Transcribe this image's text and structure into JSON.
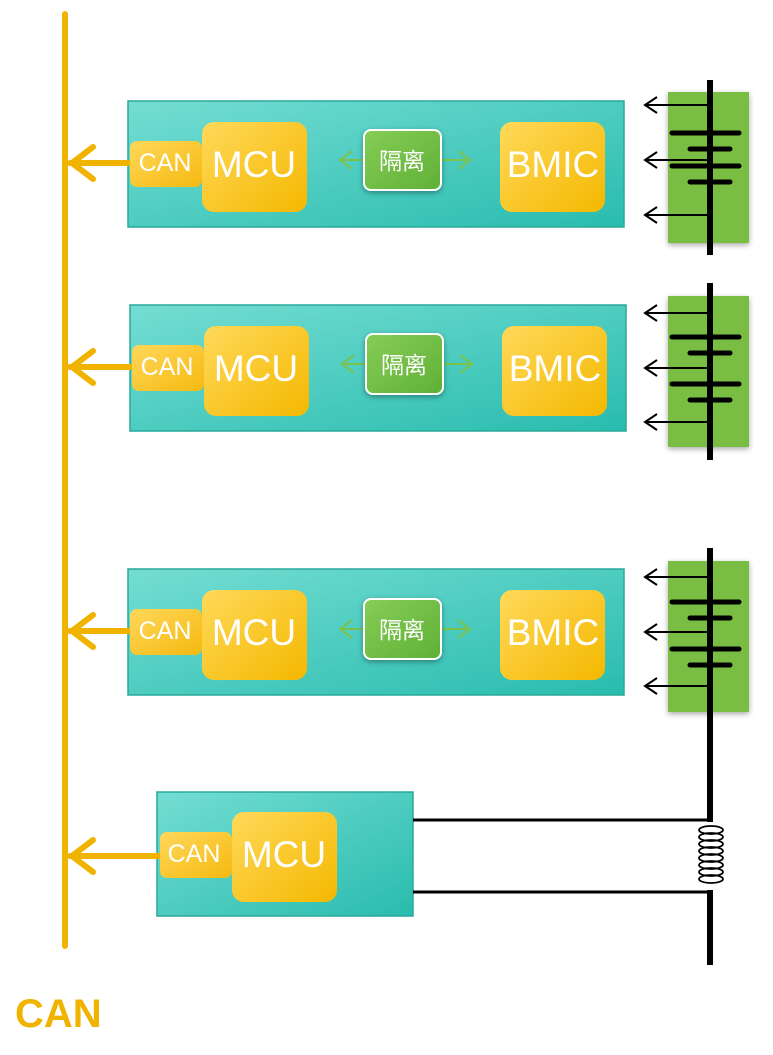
{
  "bus": {
    "label": "CAN",
    "color": "#F0B400"
  },
  "colors": {
    "module_fill": "#3EC8B8",
    "chip_fill": "#FFC629",
    "isolator_fill": "#6DBE45",
    "cell_stack_fill": "#79BE43",
    "wire": "#000000"
  },
  "modules": [
    {
      "can_label": "CAN",
      "mcu_label": "MCU",
      "isolator_label": "隔离",
      "bmic_label": "BMIC"
    },
    {
      "can_label": "CAN",
      "mcu_label": "MCU",
      "isolator_label": "隔离",
      "bmic_label": "BMIC"
    },
    {
      "can_label": "CAN",
      "mcu_label": "MCU",
      "isolator_label": "隔离",
      "bmic_label": "BMIC"
    }
  ],
  "current_module": {
    "can_label": "CAN",
    "mcu_label": "MCU",
    "sensor_icon": "coil-icon"
  }
}
